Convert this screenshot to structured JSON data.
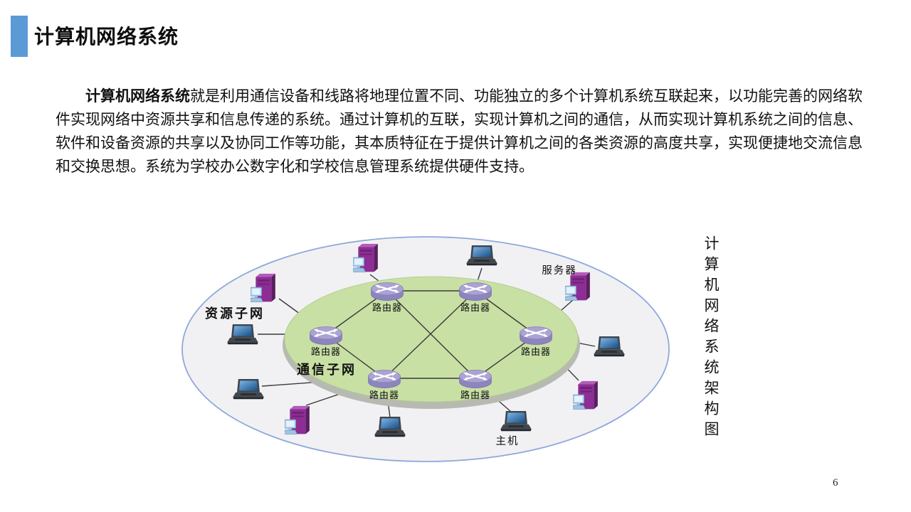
{
  "slide": {
    "title": "计算机网络系统",
    "page_number": "6",
    "accent_color": "#5B9BD5"
  },
  "paragraph": {
    "lead_bold": "计算机网络系统",
    "body": "就是利用通信设备和线路将地理位置不同、功能独立的多个计算机系统互联起来，以功能完善的网络软件实现网络中资源共享和信息传递的系统。通过计算机的互联，实现计算机之间的通信，从而实现计算机系统之间的信息、软件和设备资源的共享以及协同工作等功能，其本质特征在于提供计算机之间的各类资源的高度共享，实现便捷地交流信息和交换思想。系统为学校办公数字化和学校信息管理系统提供硬件支持。"
  },
  "diagram": {
    "caption_vertical": "计算机网络系统架构图",
    "labels": {
      "resource_subnet": "资源子网",
      "communication_subnet": "通信子网",
      "server": "服务器",
      "host": "主机",
      "router": "路由器"
    },
    "colors": {
      "outer_ellipse_fill": "#F1F1F3",
      "outer_ellipse_stroke": "#8FA8DC",
      "subnet_fill": "#C9E0A5",
      "router_body": "#A39BCE",
      "server_tower": "#8D2D95",
      "laptop_screen": "#2E6DA8"
    }
  }
}
